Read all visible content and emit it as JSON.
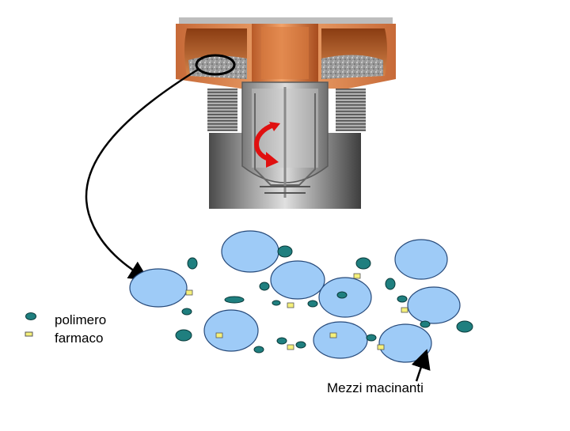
{
  "legend": {
    "items": [
      {
        "label": "polimero",
        "color": "#1f7f7f"
      },
      {
        "label": "farmaco",
        "color": "#f5f07a"
      }
    ]
  },
  "annotation": {
    "label": "Mezzi macinanti"
  },
  "colors": {
    "grinding_media": "#9ecbf7",
    "grinding_media_stroke": "#274a7a",
    "polymer": "#1f7f7f",
    "drug": "#f5f07a",
    "chamber_copper": "#e79a62",
    "rotor_steel": "#a9a9a9",
    "rotation_arrow": "#e01010"
  },
  "icons": [
    "mill-cross-section",
    "rotation-arrow",
    "curved-arrow",
    "pointer-arrow"
  ]
}
